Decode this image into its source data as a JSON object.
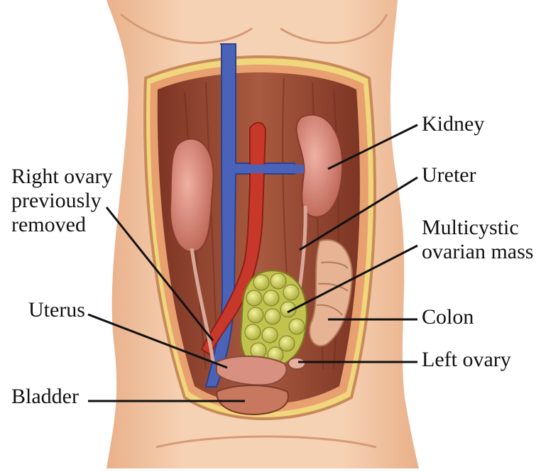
{
  "labels": {
    "kidney": "Kidney",
    "ureter": "Ureter",
    "multicystic_ovarian_mass": "Multicystic\novarian mass",
    "colon": "Colon",
    "left_ovary": "Left ovary",
    "right_ovary": "Right ovary\npreviously\nremoved",
    "uterus": "Uterus",
    "bladder": "Bladder"
  },
  "colors": {
    "skin": "#f2c7a4",
    "muscle": "#a4523c",
    "vena_cava": "#4a63b8",
    "aorta": "#c8382a",
    "kidney": "#d9857a",
    "cyst": "#d8d86a",
    "colon": "#e6b394",
    "leader_line": "#111111"
  }
}
